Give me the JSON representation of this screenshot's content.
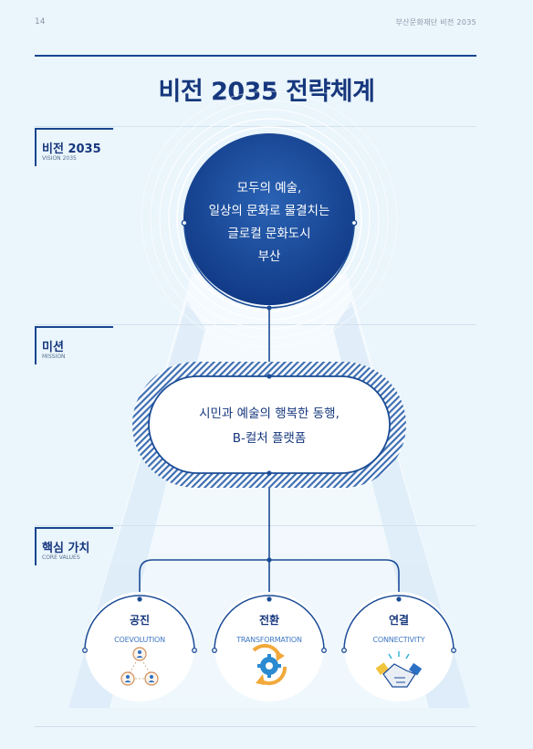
{
  "header": {
    "page_number": "14",
    "publication": "부산문화재단 비전 2035"
  },
  "title": "비전 2035 전략체계",
  "sections": {
    "vision": {
      "ko": "비전 2035",
      "en": "VISION 2035"
    },
    "mission": {
      "ko": "미션",
      "en": "MISSION"
    },
    "values": {
      "ko": "핵심 가치",
      "en": "CORE VALUES"
    }
  },
  "vision_lines": [
    "모두의 예술,",
    "일상의 문화로 물결치는",
    "글로컬 문화도시",
    "부산"
  ],
  "mission_lines": [
    "시민과 예술의 행복한 동행,",
    "B-컬처 플랫폼"
  ],
  "core_values": [
    {
      "ko": "공진",
      "en": "COEVOLUTION",
      "icon": "people-network-icon"
    },
    {
      "ko": "전환",
      "en": "TRANSFORMATION",
      "icon": "gear-cycle-icon"
    },
    {
      "ko": "연결",
      "en": "CONNECTIVITY",
      "icon": "handshake-icon"
    }
  ],
  "colors": {
    "navy": "#16377d",
    "blue": "#18458f",
    "accent": "#3f77c4",
    "background": "#eaf5fc"
  }
}
